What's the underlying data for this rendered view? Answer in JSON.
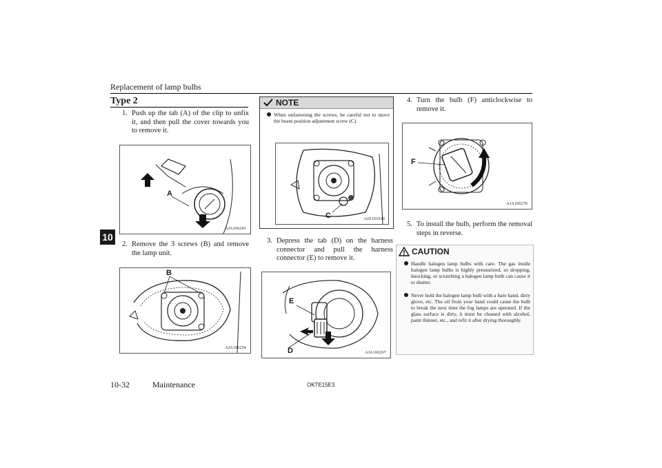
{
  "header": {
    "title": "Replacement of lamp bulbs"
  },
  "tab_number": "10",
  "section_title": "Type 2",
  "steps": [
    {
      "num": "1.",
      "text": "Push up the tab (A) of the clip to unfix it, and then pull the cover towards you to remove it."
    },
    {
      "num": "2.",
      "text": "Remove the 3 screws (B) and remove the lamp unit."
    },
    {
      "num": "3.",
      "text": "Depress the tab (D) on the harness connector and pull the harness connector (E) to remove it."
    },
    {
      "num": "4.",
      "text": "Turn the bulb (F) anticlockwise to remove it."
    },
    {
      "num": "5.",
      "text": "To install the bulb, perform the removal steps in reverse."
    }
  ],
  "figures": {
    "fig1": {
      "code": "AJA106241",
      "label": "A"
    },
    "fig2": {
      "code": "AJA106254",
      "label": "B"
    },
    "fig3": {
      "code": "AJZ101010",
      "label": "C"
    },
    "fig4": {
      "code": "AJA106267",
      "label_d": "D",
      "label_e": "E"
    },
    "fig5": {
      "code": "AJA106270",
      "label": "F"
    }
  },
  "note": {
    "label": "NOTE",
    "text": "When unfastening the screws, be careful not to move the beam position adjustment screw (C)."
  },
  "caution": {
    "label": "CAUTION",
    "bullets": [
      "Handle halogen lamp bulbs with care. The gas inside halogen lamp bulbs is highly pressurized, so dropping, knocking, or scratching a halogen lamp bulb can cause it to shatter.",
      "Never hold the halogen lamp bulb with a bare hand, dirty glove, etc. The oil from your hand could cause the bulb to break the next time the fog lamps are operated. If the glass surface is dirty, it must be cleaned with alcohol, paint thinner, etc., and refit it after drying thoroughly."
    ]
  },
  "footer": {
    "page": "10-32",
    "section": "Maintenance",
    "code": "OKTE15E3"
  }
}
